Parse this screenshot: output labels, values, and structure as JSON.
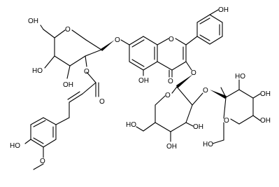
{
  "molecule": {
    "labels": {
      "ferulate_methyl_o": "O",
      "ferulate_ho": "HO",
      "ferulate_ester_o": "O",
      "ester_carbonyl_o": "O",
      "glc1_ch2oh": "OH",
      "glc1_ring_o": "O",
      "glc1_ho4": "HO",
      "glc1_oh3": "OH",
      "glyco_o7": "O",
      "chromone_ring_o": "O",
      "phenol_oh": "OH",
      "flavone_oh5": "OH",
      "flavone_c4o": "O",
      "glyco_o3": "O",
      "glc2_ring_o": "O",
      "glc2_ch2oh": "HO",
      "glc2_oh3": "OH",
      "glc2_oh4": "OH",
      "glyco_o2": "O",
      "glc3_ring_o": "O",
      "glc3_oh2": "HO",
      "glc3_oh3": "OH",
      "glc3_oh4": "OH",
      "glc3_ch2oh": "HO"
    }
  }
}
